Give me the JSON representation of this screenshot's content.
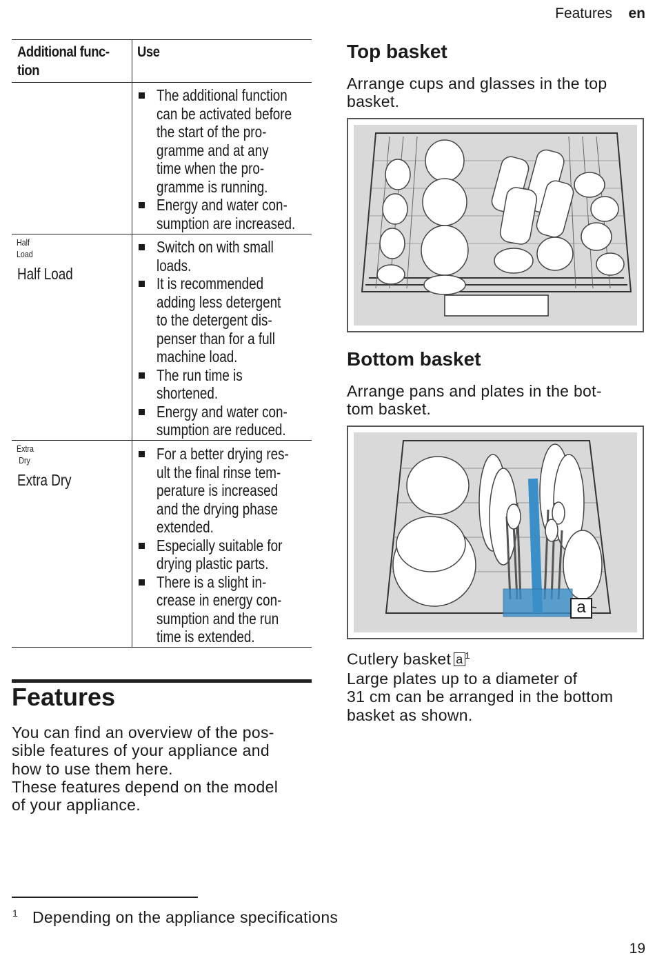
{
  "header": {
    "section": "Features",
    "lang": "en"
  },
  "table": {
    "col1_header": [
      "Additional func-",
      "tion"
    ],
    "col2_header": "Use",
    "rows": [
      {
        "icon_lines": [],
        "name": "",
        "bullets": [
          [
            "The additional function",
            "can be activated before",
            "the start of the pro-",
            "gramme and at any",
            "time when the pro-",
            "gramme is running."
          ],
          [
            "Energy and water con-",
            "sumption are increased."
          ]
        ]
      },
      {
        "icon_lines": [
          "Half",
          "Load"
        ],
        "name": "Half Load",
        "bullets": [
          [
            "Switch on with small",
            "loads."
          ],
          [
            "It is recommended",
            "adding less detergent",
            "to the detergent dis-",
            "penser than for a full",
            "machine load."
          ],
          [
            "The run time is",
            "shortened."
          ],
          [
            "Energy and water con-",
            "sumption are reduced."
          ]
        ]
      },
      {
        "icon_lines": [
          "Extra",
          "Dry"
        ],
        "name": "Extra Dry",
        "bullets": [
          [
            "For a better drying res-",
            "ult the final rinse tem-",
            "perature is increased",
            "and the drying phase",
            "extended."
          ],
          [
            "Especially suitable for",
            "drying plastic parts."
          ],
          [
            "There is a slight in-",
            "crease in energy con-",
            "sumption and the run",
            "time is extended."
          ]
        ]
      }
    ]
  },
  "features": {
    "heading": "Features",
    "para1": [
      "You can find an overview of the pos-",
      "sible features of your appliance and",
      "how to use them here."
    ],
    "para2": [
      "These features depend on the model",
      "of your appliance."
    ]
  },
  "top_basket": {
    "heading": "Top basket",
    "text": [
      "Arrange cups and glasses in the top",
      "basket."
    ]
  },
  "bottom_basket": {
    "heading": "Bottom basket",
    "text": [
      "Arrange pans and plates in the bot-",
      "tom basket."
    ],
    "callout": "a",
    "caption_label": "Cutlery basket",
    "caption_ref": "a",
    "caption_sup": "1",
    "note": [
      "Large plates up to a diameter of",
      "31 cm can be arranged in the bottom",
      "basket as shown."
    ]
  },
  "footnote": {
    "number": "1",
    "text": "Depending on the appliance specifications"
  },
  "page_number": "19"
}
